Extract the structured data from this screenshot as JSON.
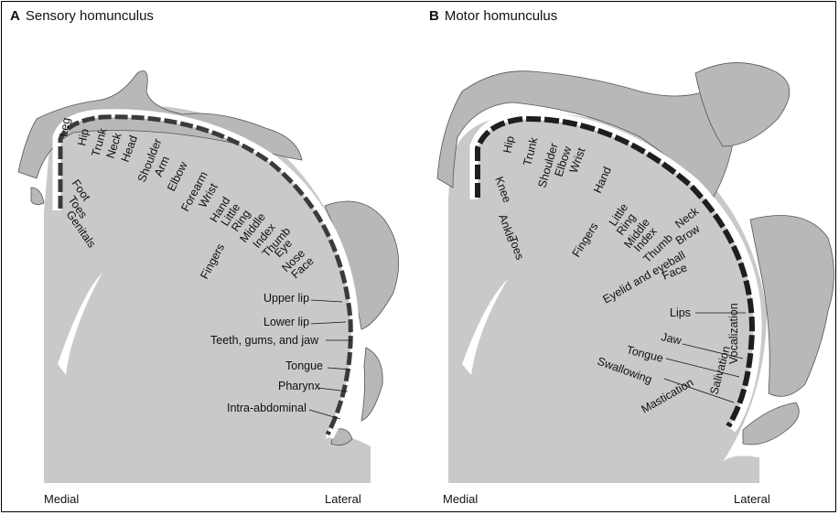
{
  "panels": {
    "a": {
      "letter": "A",
      "title": "Sensory homunculus",
      "medial": "Medial",
      "lateral": "Lateral",
      "labels": [
        "Leg",
        "Hip",
        "Trunk",
        "Neck",
        "Head",
        "Shoulder",
        "Arm",
        "Elbow",
        "Forearm",
        "Wrist",
        "Hand",
        "Little",
        "Ring",
        "Middle",
        "Index",
        "Thumb",
        "Eye",
        "Nose",
        "Face",
        "Upper lip",
        "Lower lip",
        "Teeth, gums, and jaw",
        "Tongue",
        "Pharynx",
        "Intra-abdominal",
        "Foot",
        "Toes",
        "Genitals",
        "Fingers"
      ]
    },
    "b": {
      "letter": "B",
      "title": "Motor homunculus",
      "medial": "Medial",
      "lateral": "Lateral",
      "labels": [
        "Hip",
        "Trunk",
        "Shoulder",
        "Elbow",
        "Wrist",
        "Hand",
        "Knee",
        "Ankle",
        "Toes",
        "Little",
        "Ring",
        "Middle",
        "Index",
        "Thumb",
        "Neck",
        "Brow",
        "Eyelid and eyeball",
        "Face",
        "Lips",
        "Jaw",
        "Tongue",
        "Swallowing",
        "Fingers",
        "Vocalization",
        "Salivation",
        "Mastication"
      ]
    }
  },
  "colors": {
    "cortex": "#c9c9c9",
    "figure": "#b8b8b8",
    "bar": "#3a3a3a",
    "text": "#111111"
  }
}
